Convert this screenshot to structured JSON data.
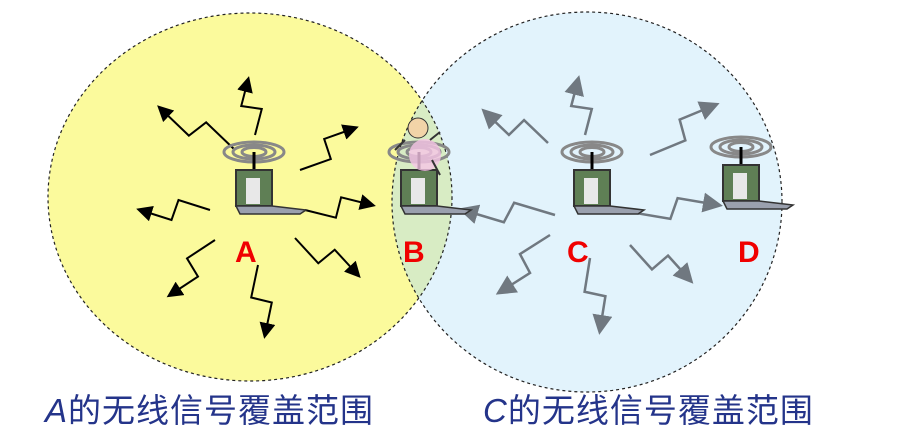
{
  "nodes": {
    "a": "A",
    "b": "B",
    "c": "C",
    "d": "D"
  },
  "captions": {
    "a_letter": "A",
    "a_text": "的无线信号覆盖范围",
    "c_letter": "C",
    "c_text": "的无线信号覆盖范围"
  },
  "colors": {
    "range_a": "#fbfa9c",
    "range_c": "#e2f3fc",
    "overlap": "#d8ecc4",
    "label": "#f00000",
    "caption": "#24348a",
    "arrow_a": "#000000",
    "arrow_c": "#707880"
  },
  "icons": [
    "laptop-icon",
    "wifi-signal-icon",
    "collision-icon",
    "lightning-arrow-icon"
  ]
}
